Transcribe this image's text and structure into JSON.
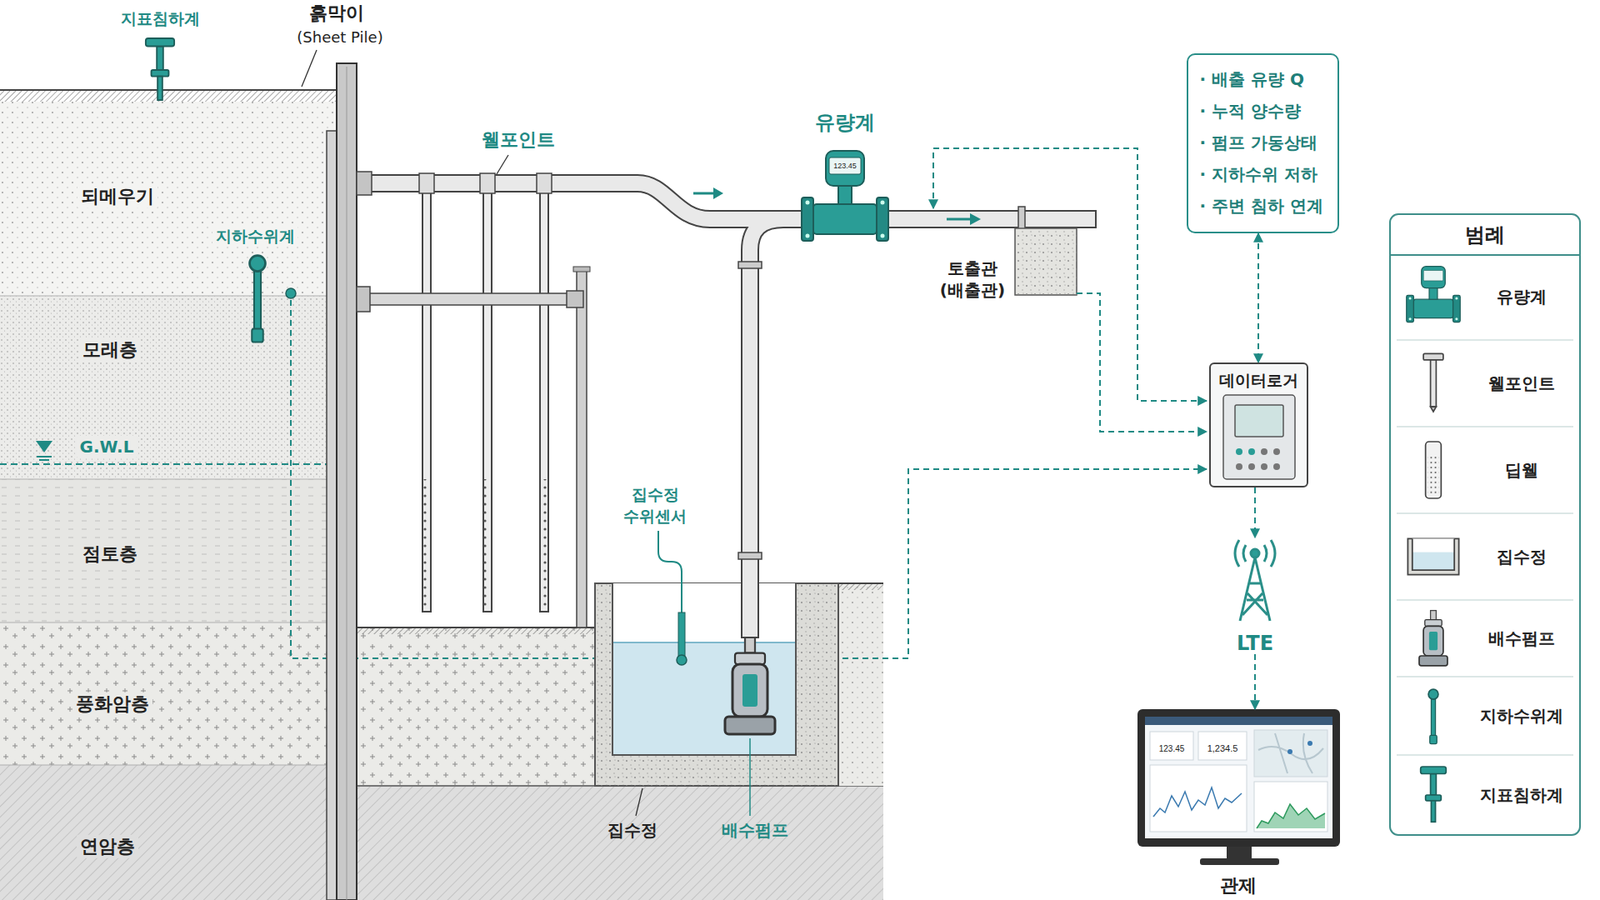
{
  "diagram": {
    "nodes": [
      {
        "text": [
          "· 배출 유량 Q",
          "· 누적 양수량",
          "· 펌프 가동상태",
          "· 지하수위 저하",
          "· 주변 침하 연계"
        ]
      },
      {
        "text": [
          "데이터로거"
        ]
      },
      {
        "text": [
          "LTE"
        ]
      },
      {
        "text": [
          "관제"
        ]
      }
    ],
    "edges": [
      {
        "from": 0,
        "to": 1,
        "arrow": "both"
      },
      {
        "from": 1,
        "to": 2,
        "arrow": "to"
      },
      {
        "from": 2,
        "to": 3,
        "arrow": "to"
      }
    ],
    "labels": [
      "지표침하계",
      "흙막이",
      "(Sheet Pile)",
      "되메우기",
      "지하수위계",
      "모래층",
      "G.W.L",
      "점토층",
      "풍화암층",
      "연암층",
      "웰포인트",
      "유량계",
      "123.45",
      "토출관",
      "(배출관)",
      "집수정 수위센서",
      "집수정",
      "배수펌프",
      "범례",
      "123.45",
      "1,234.5"
    ],
    "legend": [
      {
        "text": "유량계"
      },
      {
        "text": "웰포인트"
      },
      {
        "text": "딥웰"
      },
      {
        "text": "집수정"
      },
      {
        "text": "배수펌프"
      },
      {
        "text": "지하수위계"
      },
      {
        "text": "지표침하계"
      }
    ]
  }
}
